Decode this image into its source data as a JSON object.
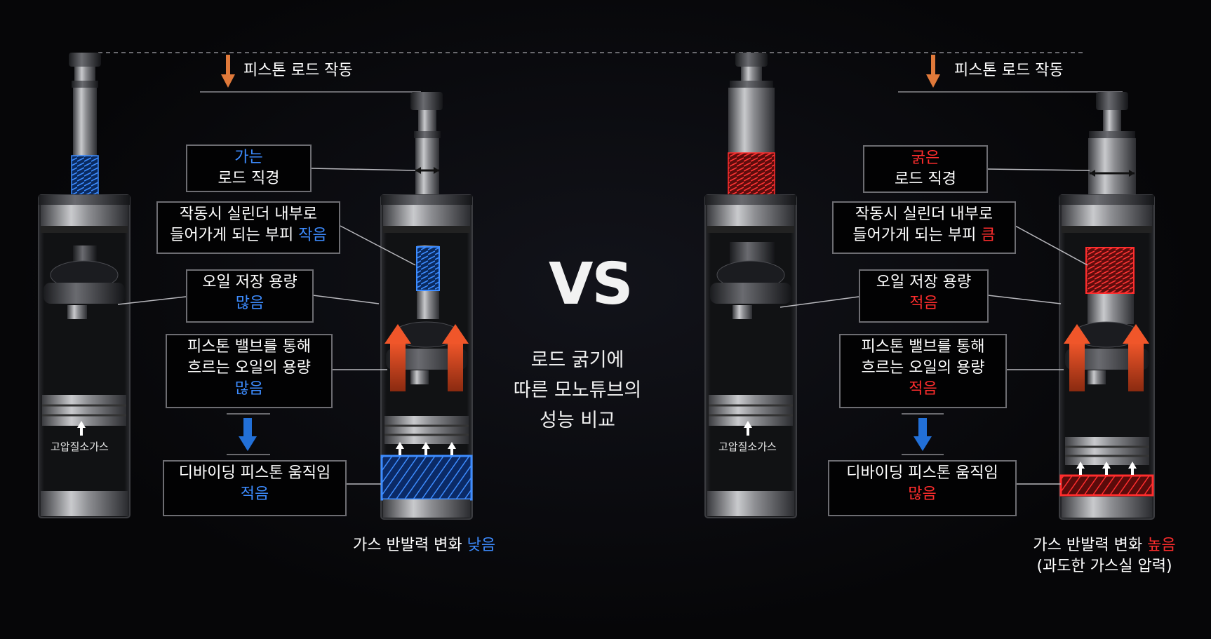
{
  "colors": {
    "accent_blue": "#3d8cff",
    "accent_red": "#ff2d2d",
    "arrow_orange": "#e0793a",
    "flow_orange": "#e0522a",
    "background": "#060608"
  },
  "center": {
    "vs": "VS",
    "line1": "로드 굵기에",
    "line2": "따른 모노튜브의",
    "line3": "성능 비교"
  },
  "left": {
    "rod_action": "피스톤 로드 작동",
    "rod_diameter": {
      "value": "가는",
      "label": "로드 직경"
    },
    "volume": {
      "line1": "작동시 실린더 내부로",
      "line2_prefix": "들어가게 되는 부피 ",
      "value": "작음"
    },
    "oil_storage": {
      "label": "오일 저장 용량",
      "value": "많음"
    },
    "oil_flow": {
      "line1": "피스톤 밸브를 통해",
      "line2": "흐르는 오일의 용량",
      "value": "많음"
    },
    "dividing_piston": {
      "label": "디바이딩 피스톤 움직임",
      "value": "적음"
    },
    "gas_label": "고압질소가스",
    "result": {
      "prefix": "가스 반발력 변화 ",
      "value": "낮음"
    }
  },
  "right": {
    "rod_action": "피스톤 로드 작동",
    "rod_diameter": {
      "value": "굵은",
      "label": "로드 직경"
    },
    "volume": {
      "line1": "작동시 실린더 내부로",
      "line2_prefix": "들어가게 되는 부피 ",
      "value": "큼"
    },
    "oil_storage": {
      "label": "오일 저장 용량",
      "value": "적음"
    },
    "oil_flow": {
      "line1": "피스톤 밸브를 통해",
      "line2": "흐르는 오일의 용량",
      "value": "적음"
    },
    "dividing_piston": {
      "label": "디바이딩 피스톤 움직임",
      "value": "많음"
    },
    "gas_label": "고압질소가스",
    "result": {
      "prefix": "가스 반발력 변화 ",
      "value": "높음",
      "note": "(과도한 가스실 압력)"
    }
  }
}
